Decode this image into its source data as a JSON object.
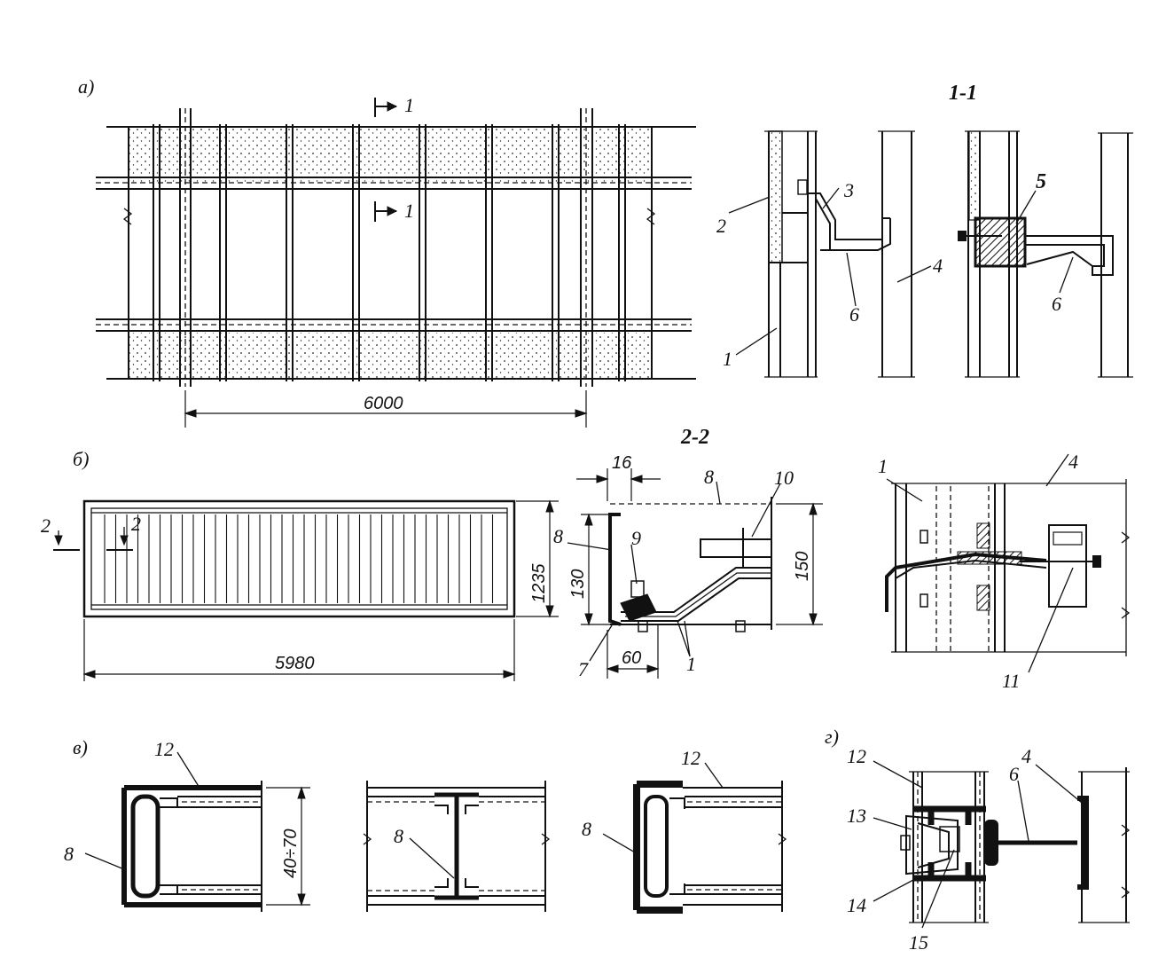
{
  "panels": {
    "a": {
      "label": "a)",
      "section_marks": [
        "1",
        "1"
      ],
      "dimension": "6000",
      "section_title": "1-1",
      "callouts": [
        "2",
        "3",
        "1",
        "6",
        "4",
        "5",
        "6"
      ]
    },
    "b": {
      "label": "б)",
      "section_marks": [
        "2",
        "2"
      ],
      "height_dimension": "1235",
      "length_dimension": "5980",
      "section_title": "2-2",
      "detail_dimensions": [
        "16",
        "130",
        "150",
        "60"
      ],
      "callouts": [
        "8",
        "8",
        "9",
        "10",
        "7",
        "1",
        "1",
        "4",
        "11"
      ]
    },
    "c": {
      "label": "в)",
      "dimension": "40÷70",
      "callouts": [
        "12",
        "8",
        "8",
        "12",
        "8"
      ]
    },
    "d": {
      "label": "г)",
      "callouts": [
        "12",
        "4",
        "6",
        "13",
        "14",
        "15"
      ]
    }
  }
}
